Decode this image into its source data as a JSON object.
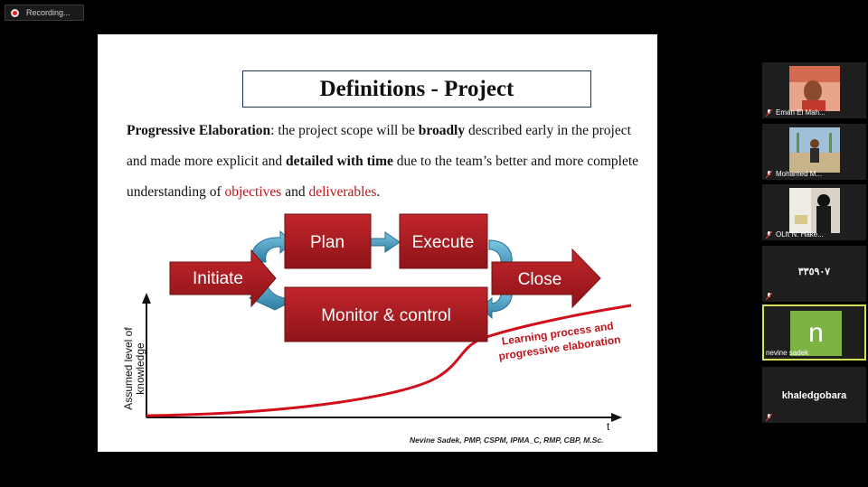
{
  "recording": {
    "label": "Recording..."
  },
  "slide": {
    "title": "Definitions - Project",
    "body": {
      "term": "Progressive Elaboration",
      "t1": ": the project scope will be ",
      "b1": "broadly",
      "t2": " described early in the project and made more explicit and ",
      "b2": "detailed with time",
      "t3": " due to the team’s better and more complete understanding of ",
      "r1": "objectives",
      "t4": " and ",
      "r2": "deliverables",
      "t5": "."
    },
    "diagram": {
      "initiate": "Initiate",
      "plan": "Plan",
      "execute": "Execute",
      "close": "Close",
      "monitor": "Monitor & control",
      "ylabel_line1": "Assumed level of",
      "ylabel_line2": "knowledge",
      "xlabel": "t",
      "curve_label_line1": "Learning process and",
      "curve_label_line2": "progressive elaboration"
    },
    "footer": "Nevine Sadek, PMP, CSPM, IPMA_C, RMP, CBP, M.Sc."
  },
  "participants": [
    {
      "name": "Eman El Mah..."
    },
    {
      "name": "Mohamed M..."
    },
    {
      "name": "OLft N. Hake..."
    },
    {
      "name": "٣٣٥٩٠٧"
    },
    {
      "name": "nevine sadek",
      "initial": "n"
    },
    {
      "name": "khaledgobara"
    }
  ],
  "colors": {
    "box_red": "#a21a1f",
    "arrow_teal": "#4a9cc0",
    "curve_red": "#d10f1b",
    "active_border": "#d4e157",
    "avatar_green": "#7cb342"
  }
}
